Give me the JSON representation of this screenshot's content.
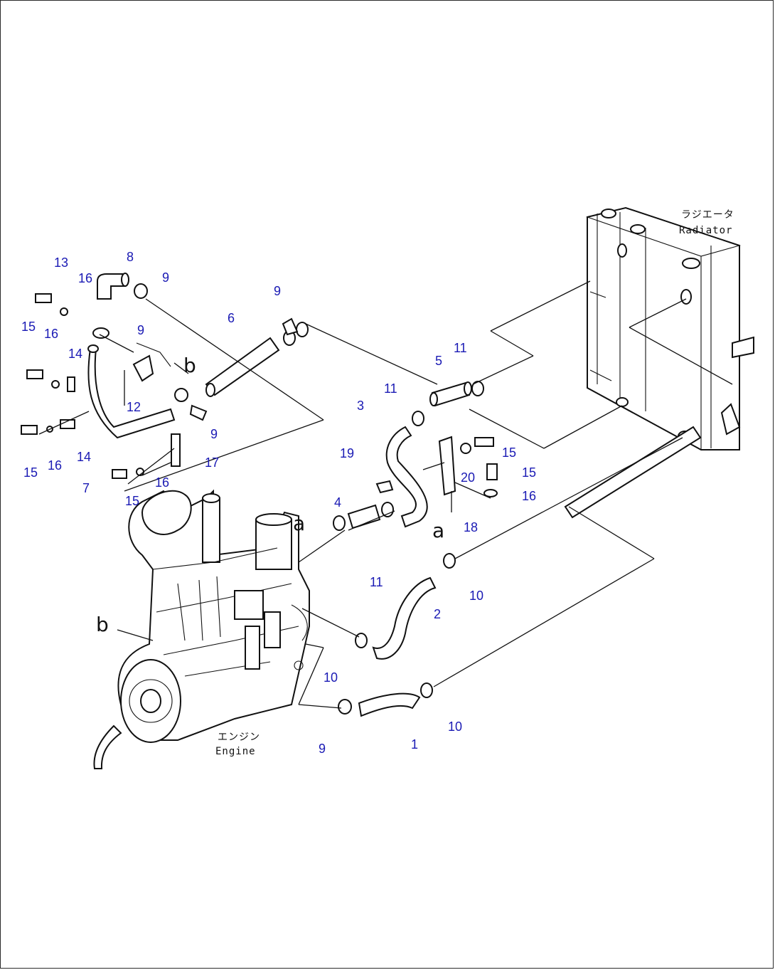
{
  "labels": {
    "radiator_jp": "ラジエータ",
    "radiator_en": "Radiator",
    "engine_jp": "エンジン",
    "engine_en": "Engine"
  },
  "refs": {
    "a": "a",
    "b": "b"
  },
  "callouts": [
    "13",
    "16",
    "8",
    "9",
    "15",
    "16",
    "14",
    "9",
    "9",
    "6",
    "12",
    "b",
    "15",
    "16",
    "14",
    "9",
    "7",
    "15",
    "16",
    "17",
    "11",
    "5",
    "3",
    "11",
    "19",
    "15",
    "20",
    "15",
    "16",
    "4",
    "18",
    "11",
    "10",
    "2",
    "10",
    "10",
    "9",
    "1",
    "a",
    "a"
  ],
  "colors": {
    "callout": "#1a1ab4",
    "line": "#111111"
  }
}
